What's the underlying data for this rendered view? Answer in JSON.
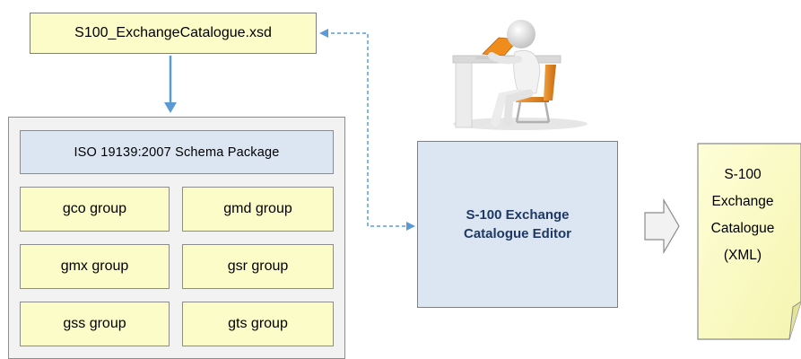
{
  "xsd_file": "S100_ExchangeCatalogue.xsd",
  "schema_package": {
    "title": "ISO 19139:2007 Schema Package",
    "groups": [
      "gco group",
      "gmd group",
      "gmx group",
      "gsr group",
      "gss group",
      "gts group"
    ]
  },
  "editor": {
    "line1": "S-100 Exchange",
    "line2": "Catalogue Editor"
  },
  "output_document": {
    "lines": [
      "S-100",
      "Exchange",
      "Catalogue",
      "(XML)"
    ]
  },
  "colors": {
    "yellow_fill": "#fcfcc8",
    "blue_fill": "#dce6f2",
    "arrow_blue": "#5b9bd5",
    "editor_text": "#1f3864"
  }
}
